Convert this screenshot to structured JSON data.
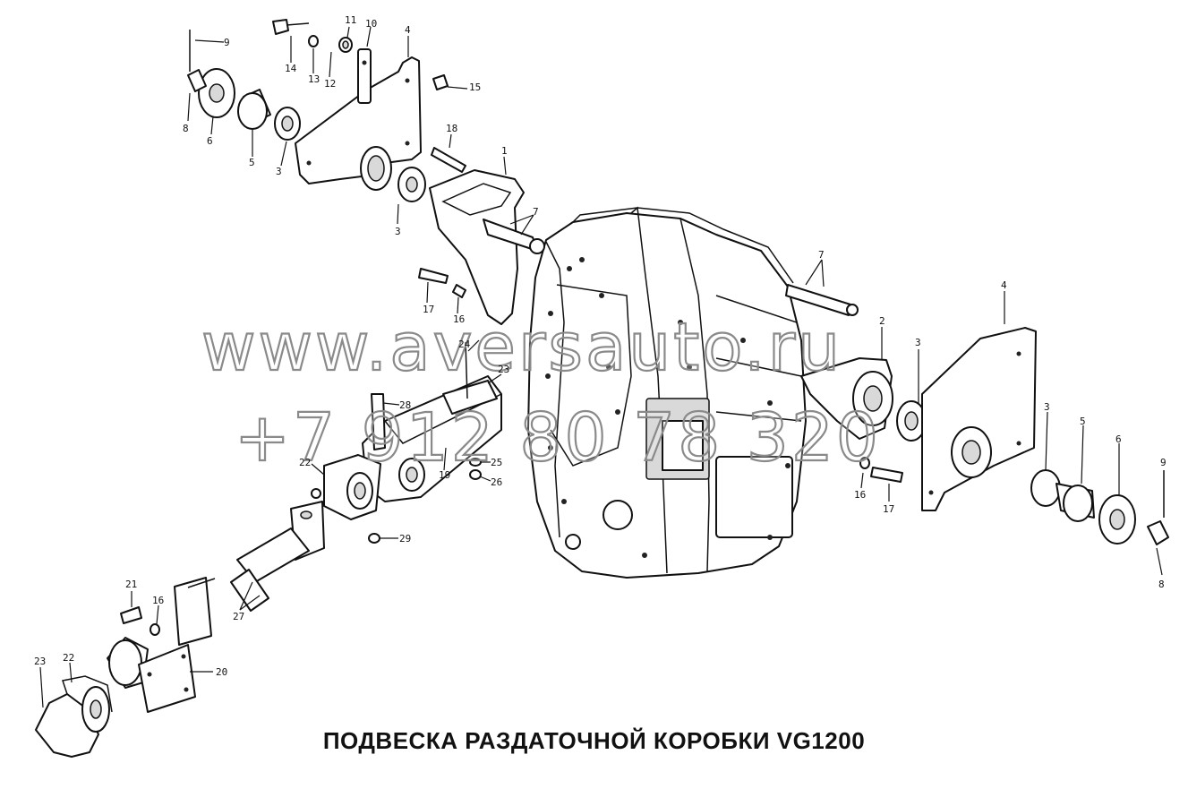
{
  "caption": "ПОДВЕСКА РАЗДАТОЧНОЙ КОРОБКИ VG1200",
  "watermark": {
    "line1": "www.aversauto.ru",
    "line2": "+7 912 80 78 320",
    "color": "#8a8a8a"
  },
  "part_numbers": [
    "1",
    "2",
    "3",
    "4",
    "5",
    "6",
    "7",
    "8",
    "9",
    "10",
    "11",
    "12",
    "13",
    "14",
    "15",
    "16",
    "17",
    "18",
    "19",
    "20",
    "21",
    "22",
    "23",
    "24",
    "25",
    "26",
    "27",
    "28",
    "29"
  ],
  "labels": {
    "l9a": "9",
    "l11": "11",
    "l10": "10",
    "l4a": "4",
    "l14": "14",
    "l13": "13",
    "l12": "12",
    "l15": "15",
    "l8a": "8",
    "l6a": "6",
    "l5a": "5",
    "l3a": "3",
    "l3b": "3",
    "l18": "18",
    "l1": "1",
    "l7a": "7",
    "l17a": "17",
    "l16a": "16",
    "l24": "24",
    "l23a": "23",
    "l28": "28",
    "l22a": "22",
    "l19": "19",
    "l25": "25",
    "l26": "26",
    "l29": "29",
    "l7b": "7",
    "l4b": "4",
    "l2": "2",
    "l3c": "3",
    "l3d": "3",
    "l5b": "5",
    "l6b": "6",
    "l9b": "9",
    "l8b": "8",
    "l16b": "16",
    "l17b": "17",
    "l21": "21",
    "l16c": "16",
    "l27": "27",
    "l20": "20",
    "l23b": "23",
    "l22b": "22"
  }
}
